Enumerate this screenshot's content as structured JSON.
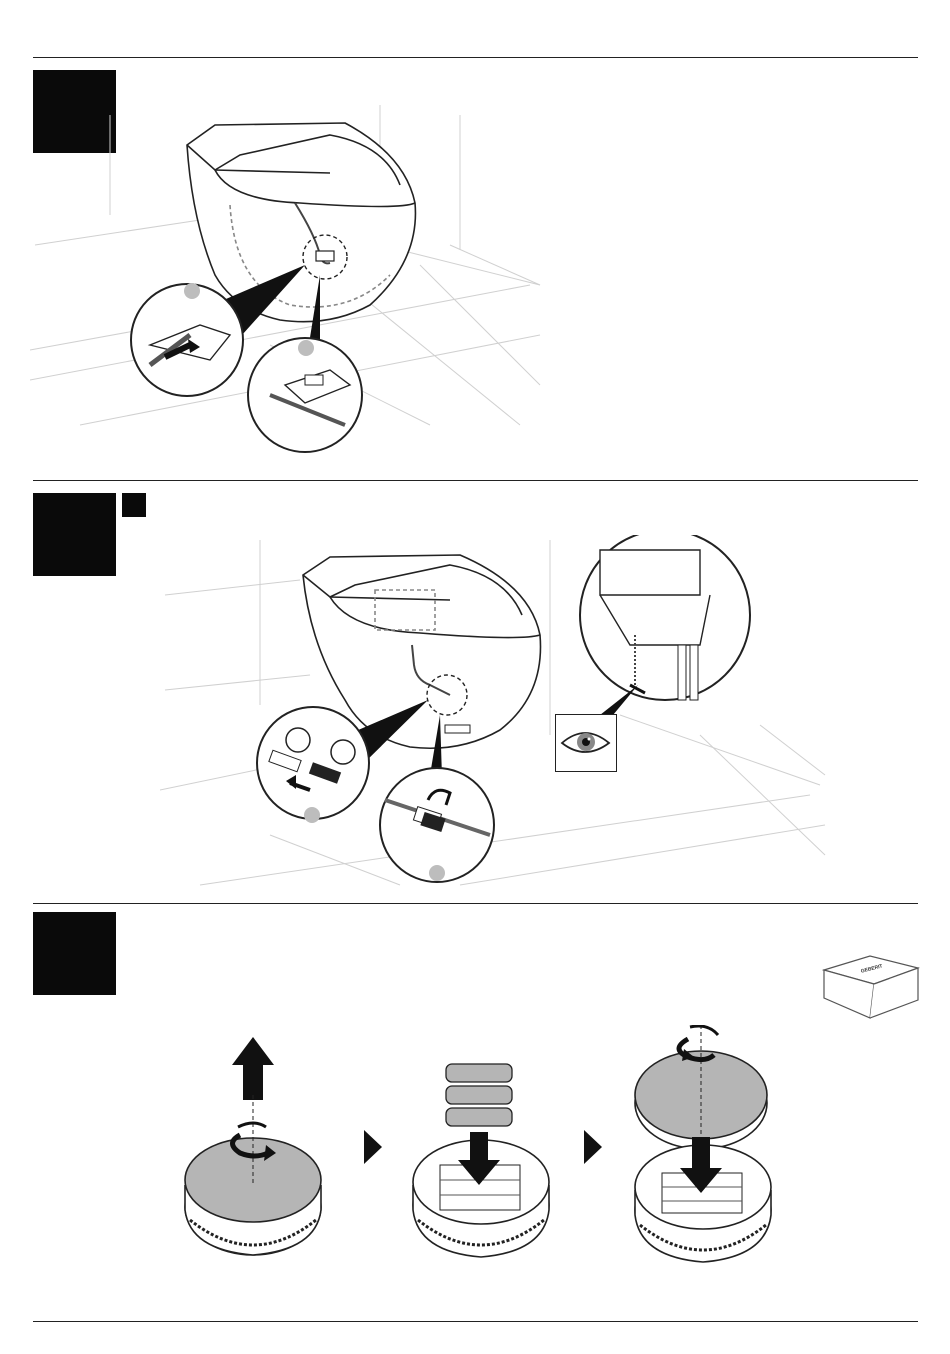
{
  "page": {
    "title": "",
    "product_label": "GEBERIT"
  },
  "colors": {
    "ink": "#111111",
    "grid": "#cfcfcf",
    "gray_fill": "#b5b5b5",
    "light_fill": "#e6e6e6",
    "step_block": "#0a0a0a"
  },
  "icons": {
    "eye": "eye-icon",
    "arrow_right": "triangle-right-icon",
    "arrow_up": "arrow-up-icon",
    "arrow_down": "arrow-down-icon",
    "rotate": "rotate-icon"
  },
  "steps": [
    {
      "id": "step-a",
      "number": "",
      "detail_callouts": [
        "",
        ""
      ]
    },
    {
      "id": "step-b",
      "number": "",
      "sub_marker": "",
      "detail_callouts": [
        "",
        ""
      ],
      "inspect_icon": "eye-icon"
    },
    {
      "id": "step-c",
      "number": "",
      "sequence": [
        "open-remote",
        "insert-batteries",
        "close-remote"
      ],
      "box_label": "GEBERIT"
    }
  ]
}
